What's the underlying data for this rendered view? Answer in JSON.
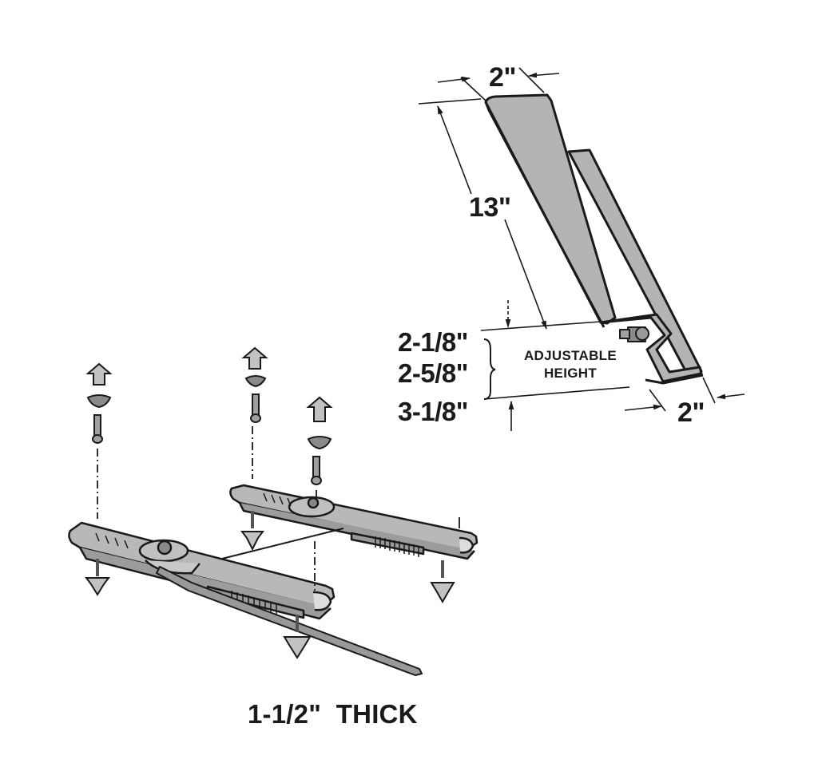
{
  "diagram": {
    "colors": {
      "line": "#1a1a1a",
      "fill": "#b4b4b4",
      "arrow_fill": "#c2c2c2",
      "background": "#ffffff"
    },
    "riser_bracket": {
      "top_width_label": "2\"",
      "length_label": "13\"",
      "bottom_width_label": "2\"",
      "adjustable_label_line1": "ADJUSTABLE",
      "adjustable_label_line2": "HEIGHT",
      "height_options": [
        "2-1/8\"",
        "2-5/8\"",
        "3-1/8\""
      ]
    },
    "seat_slider": {
      "caption": "1-1/2\"  THICK",
      "rails": [
        "left-rail",
        "right-rail"
      ],
      "fasteners": [
        "bolt-nut-left",
        "bolt-nut-center",
        "bolt-nut-right"
      ]
    }
  }
}
